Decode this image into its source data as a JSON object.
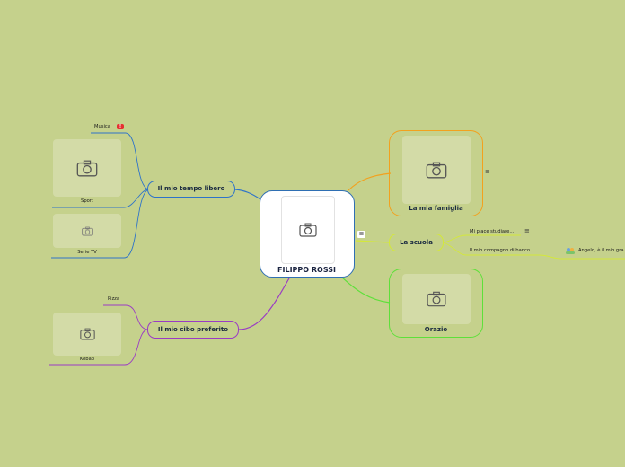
{
  "colors": {
    "background": "#c5d18c",
    "central_border": "#2f6fb3",
    "blue": "#2e73c9",
    "purple": "#9a3bc4",
    "orange": "#f2a11e",
    "yellow": "#d4e83a",
    "green": "#5ee03a"
  },
  "central": {
    "title": "FILIPPO ROSSI"
  },
  "branches": {
    "tempo_libero": {
      "label": "Il mio tempo libero",
      "musica": {
        "label": "Musica",
        "badge": "!"
      },
      "sport": {
        "label": "Sport"
      },
      "serie_tv": {
        "label": "Serie TV"
      }
    },
    "cibo": {
      "label": "Il mio cibo preferito",
      "pizza": {
        "label": "Pizza"
      },
      "kebab": {
        "label": "Kebab"
      }
    },
    "famiglia": {
      "label": "La mia famiglia",
      "note_icon": "≡"
    },
    "scuola": {
      "label": "La scuola",
      "note_icon": "≡",
      "studiare": {
        "label": "Mi piace studiare...",
        "note_icon": "≡"
      },
      "compagno": {
        "label": "Il mio compagno di banco",
        "detail": "Angelo, è il mio gra"
      }
    },
    "orazio": {
      "label": "Orazio"
    }
  },
  "central_note_icon": "≡"
}
